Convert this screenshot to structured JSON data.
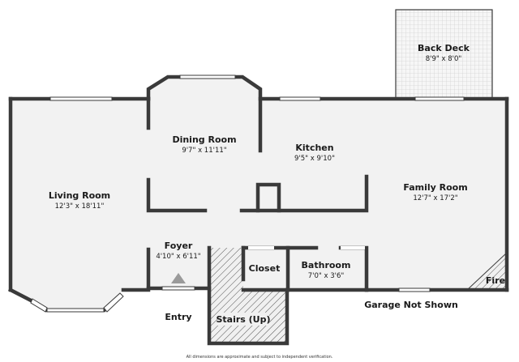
{
  "rooms": {
    "back_deck": {
      "name": "Back Deck",
      "dims": "8'9\" x 8'0\""
    },
    "dining_room": {
      "name": "Dining Room",
      "dims": "9'7\" x 11'11\""
    },
    "kitchen": {
      "name": "Kitchen",
      "dims": "9'5\" x 9'10\""
    },
    "living_room": {
      "name": "Living Room",
      "dims": "12'3\" x 18'11\""
    },
    "family_room": {
      "name": "Family Room",
      "dims": "12'7\" x 17'2\""
    },
    "foyer": {
      "name": "Foyer",
      "dims": "4'10\" x 6'11\""
    },
    "closet": {
      "name": "Closet"
    },
    "bathroom": {
      "name": "Bathroom",
      "dims": "7'0\" x 3'6\""
    },
    "stairs": {
      "name": "Stairs (Up)"
    },
    "fireplace": {
      "name": "Fire"
    }
  },
  "labels": {
    "entry": "Entry",
    "garage": "Garage Not Shown",
    "disclaimer": "All dimensions are approximate and subject to independent verification."
  },
  "colors": {
    "wall": "#3a3a3a",
    "floor": "#f2f2f2",
    "deck": "#f4f4f4",
    "hatch": "#3a3a3a",
    "entry_marker": "#9a9a9a"
  }
}
